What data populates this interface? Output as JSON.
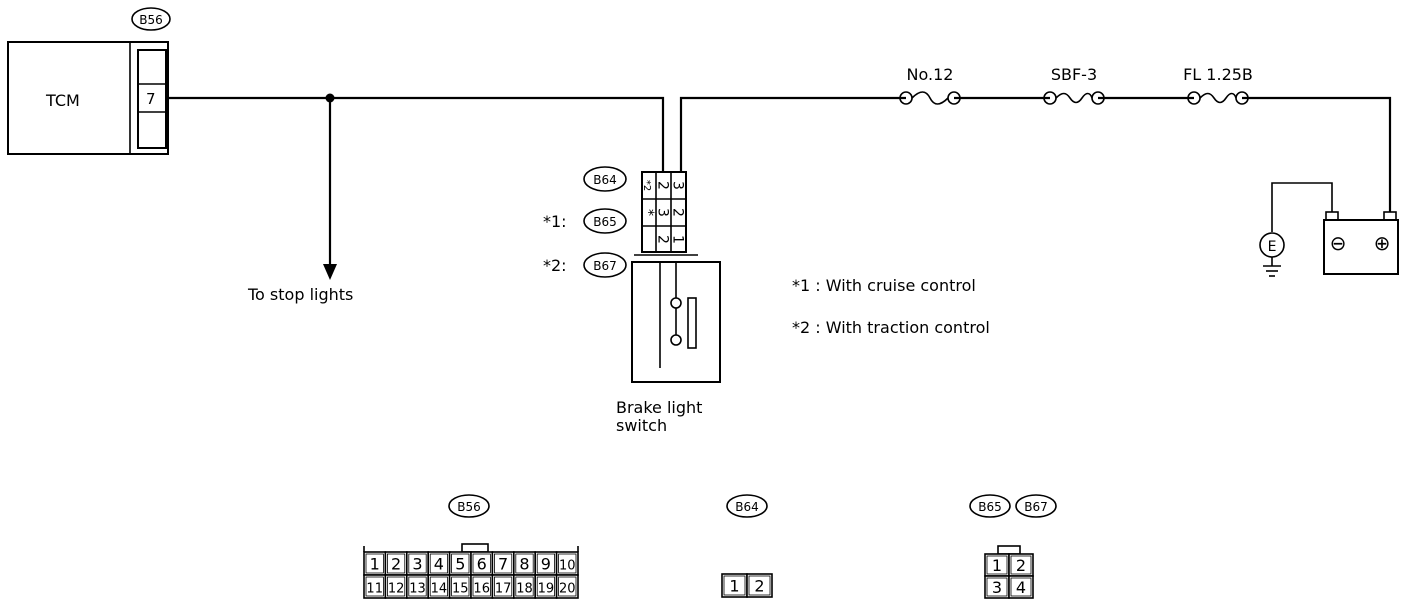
{
  "tcm": {
    "label": "TCM",
    "pin": "7",
    "connector": "B56"
  },
  "branch_label": "To stop lights",
  "fuses": [
    {
      "label": "No.12"
    },
    {
      "label": "SBF-3"
    },
    {
      "label": "FL 1.25B"
    }
  ],
  "battery": {
    "minus": "⊖",
    "plus": "⊕",
    "ground": "E"
  },
  "switch": {
    "label_line1": "Brake light",
    "label_line2": "switch",
    "connectors": [
      {
        "id": "B64",
        "prefix": ""
      },
      {
        "id": "B65",
        "prefix": "*1:"
      },
      {
        "id": "B67",
        "prefix": "*2:"
      }
    ],
    "pin_rows": [
      [
        "*2",
        "2",
        "3"
      ],
      [
        "*",
        "3",
        "2"
      ],
      [
        "",
        "2",
        "1"
      ]
    ]
  },
  "notes": [
    "*1 : With cruise control",
    "*2 : With traction control"
  ],
  "connector_views": [
    {
      "ids": [
        "B56"
      ],
      "rows": [
        [
          "1",
          "2",
          "3",
          "4",
          "5",
          "6",
          "7",
          "8",
          "9",
          "10"
        ],
        [
          "11",
          "12",
          "13",
          "14",
          "15",
          "16",
          "17",
          "18",
          "19",
          "20"
        ]
      ]
    },
    {
      "ids": [
        "B64"
      ],
      "rows": [
        [
          "1",
          "2"
        ]
      ]
    },
    {
      "ids": [
        "B65",
        "B67"
      ],
      "rows": [
        [
          "1",
          "2"
        ],
        [
          "3",
          "4"
        ]
      ]
    }
  ]
}
